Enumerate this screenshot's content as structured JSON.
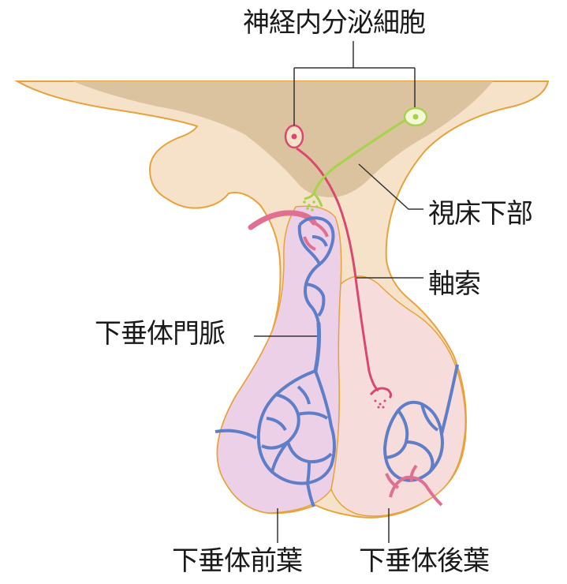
{
  "labels": {
    "neurosecretory_cell": "神経内分泌細胞",
    "hypothalamus": "視床下部",
    "axon": "軸索",
    "hypophyseal_portal_vein": "下垂体門脈",
    "anterior_pituitary": "下垂体前葉",
    "posterior_pituitary": "下垂体後葉"
  },
  "colors": {
    "tissue": "#f6e2c8",
    "tissue_outline": "#e8a23c",
    "hypothalamus": "#dcc39f",
    "anterior_lobe": "#ecd0e8",
    "posterior_lobe": "#f7dcdc",
    "vein": "#5f7ec8",
    "artery": "#e07092",
    "axon": "#d9486f",
    "green_neuron": "#a6d24c",
    "leader_line": "#333333"
  }
}
